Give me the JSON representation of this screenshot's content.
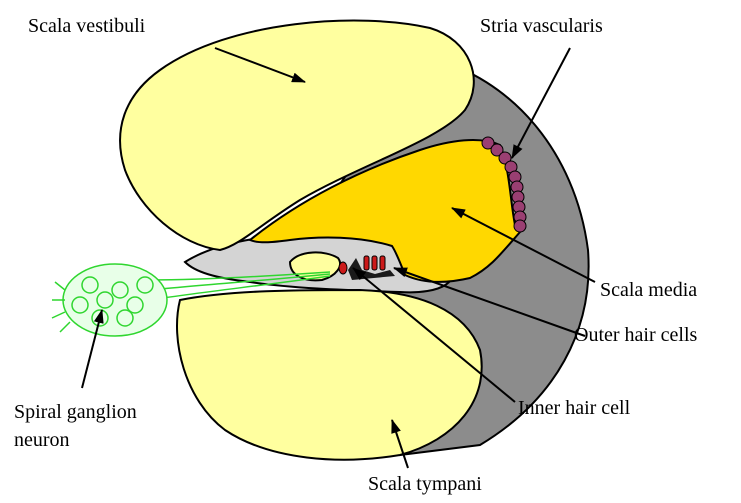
{
  "labels": {
    "scala_vestibuli": "Scala vestibuli",
    "stria_vascularis": "Stria vascularis",
    "scala_media": "Scala media",
    "outer_hair_cells": "Outer hair cells",
    "inner_hair_cell": "Inner hair cell",
    "spiral_ganglion_line1": "Spiral ganglion",
    "spiral_ganglion_line2": "neuron",
    "scala_tympani": "Scala tympani"
  },
  "colors": {
    "fluid_yellow": "#ffff9f",
    "endolymph": "#ffd800",
    "bone_gray": "#8c8c8c",
    "membrane_gray": "#d4d4d4",
    "stria": "#9a3f72",
    "neuron_green": "#2fd62f",
    "hair_cell_red": "#cc1a1a",
    "outline": "#000000"
  }
}
